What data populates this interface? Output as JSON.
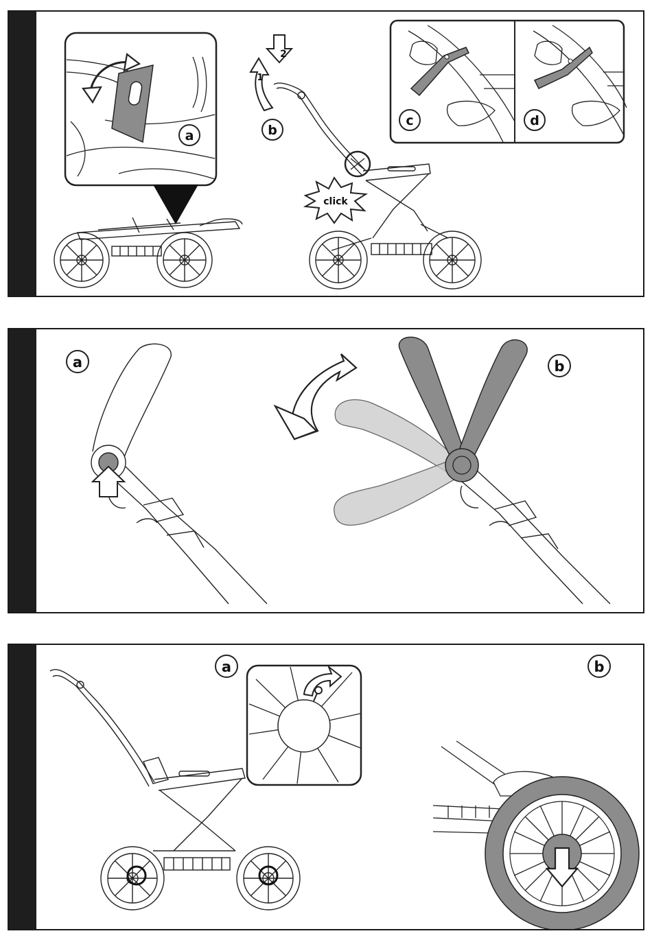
{
  "panels": [
    {
      "step_labels": {
        "a": "a",
        "b": "b",
        "c": "c",
        "d": "d"
      },
      "arrow_numbers": {
        "one": "1",
        "two": "2"
      },
      "click_text": "click"
    },
    {
      "step_labels": {
        "a": "a",
        "b": "b"
      }
    },
    {
      "step_labels": {
        "a": "a",
        "b": "b"
      }
    }
  ],
  "colors": {
    "dark_bar": "#1e1e1e",
    "part_gray": "#8c8c8c",
    "light_gray": "#c8c8c8",
    "line": "#222222"
  }
}
